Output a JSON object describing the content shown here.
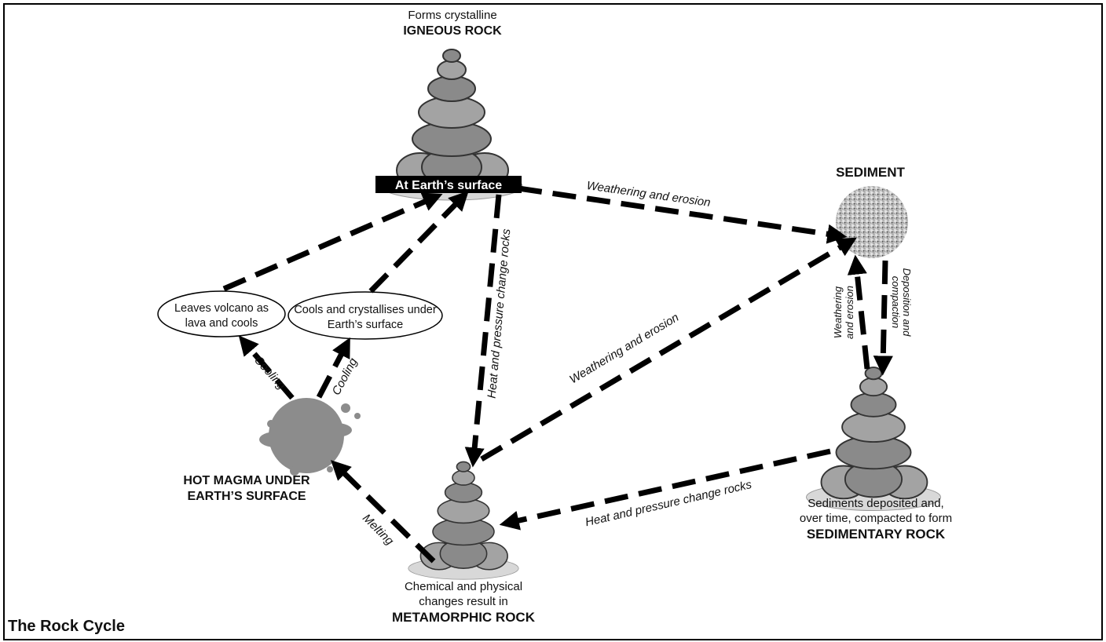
{
  "title": "The Rock Cycle",
  "igneous": {
    "line1": "Forms crystalline",
    "name": "IGNEOUS ROCK",
    "surface_label": "At Earth’s surface"
  },
  "sediment": {
    "name": "SEDIMENT"
  },
  "sedimentary": {
    "line1": "Sediments deposited and,",
    "line2": "over time, compacted to form",
    "name": "SEDIMENTARY ROCK"
  },
  "metamorphic": {
    "line1": "Chemical and physical",
    "line2": "changes result in",
    "name": "METAMORPHIC ROCK"
  },
  "magma": {
    "line1": "HOT MAGMA UNDER",
    "line2": "EARTH’S SURFACE"
  },
  "ovals": {
    "volcano": {
      "line1": "Leaves volcano as",
      "line2": "lava and cools"
    },
    "crystallise": {
      "line1": "Cools and crystallises under",
      "line2": "Earth’s surface"
    }
  },
  "arrow_labels": {
    "weathering_top": "Weathering and erosion",
    "heat_pressure_vertical": "Heat and pressure change rocks",
    "weathering_middle": "Weathering and erosion",
    "weathering_right_1": "Weathering",
    "weathering_right_2": "and erosion",
    "deposition_1": "Deposition and",
    "deposition_2": "compaction",
    "heat_pressure_bottom": "Heat and pressure change rocks",
    "cooling_left": "Cooling",
    "cooling_right": "Cooling",
    "melting": "Melting"
  }
}
